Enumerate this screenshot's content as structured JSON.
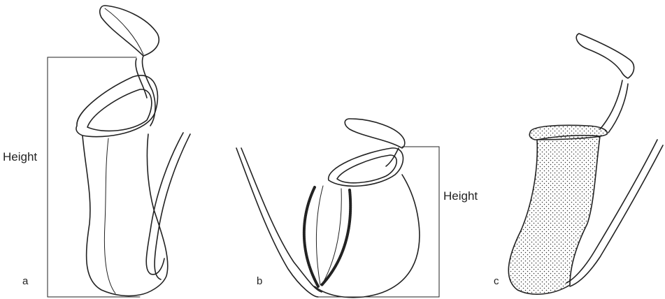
{
  "figure": {
    "height_label_a": "Height",
    "height_label_b": "Height",
    "panel_labels": [
      "a",
      "b",
      "c"
    ]
  },
  "colors": {
    "ink": "#222222",
    "background": "#ffffff"
  }
}
